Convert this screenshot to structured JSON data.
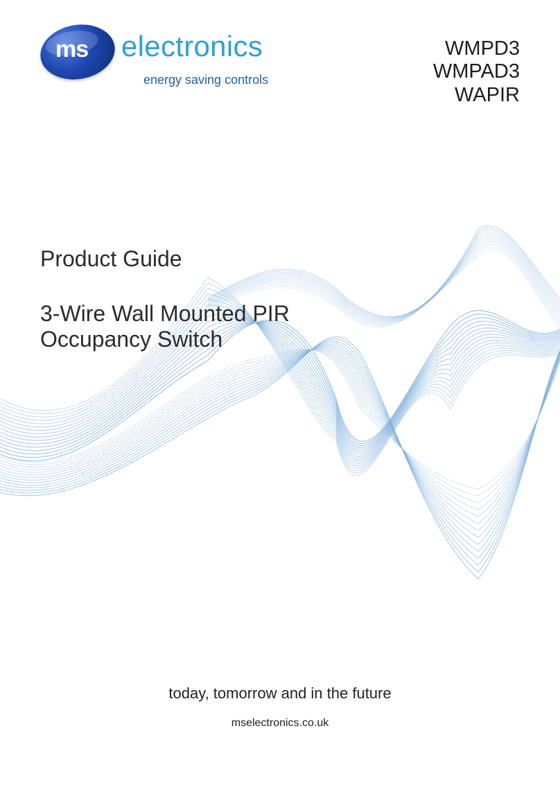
{
  "logo": {
    "ms": "ms",
    "name": "electronics",
    "tagline": "energy saving controls",
    "colors": {
      "oval": "#1f48b0",
      "wordmark": "#2fa0d8",
      "tagline": "#255f9e"
    }
  },
  "models": [
    "WMPD3",
    "WMPAD3",
    "WAPIR"
  ],
  "guide": {
    "line1": "Product Guide",
    "line2": "3-Wire Wall Mounted PIR",
    "line3": "Occupancy Switch"
  },
  "footer": {
    "slogan": "today, tomorrow and in the future",
    "url": "mselectronics.co.uk"
  },
  "decoration": {
    "wave_color": "#6fa6d8"
  }
}
